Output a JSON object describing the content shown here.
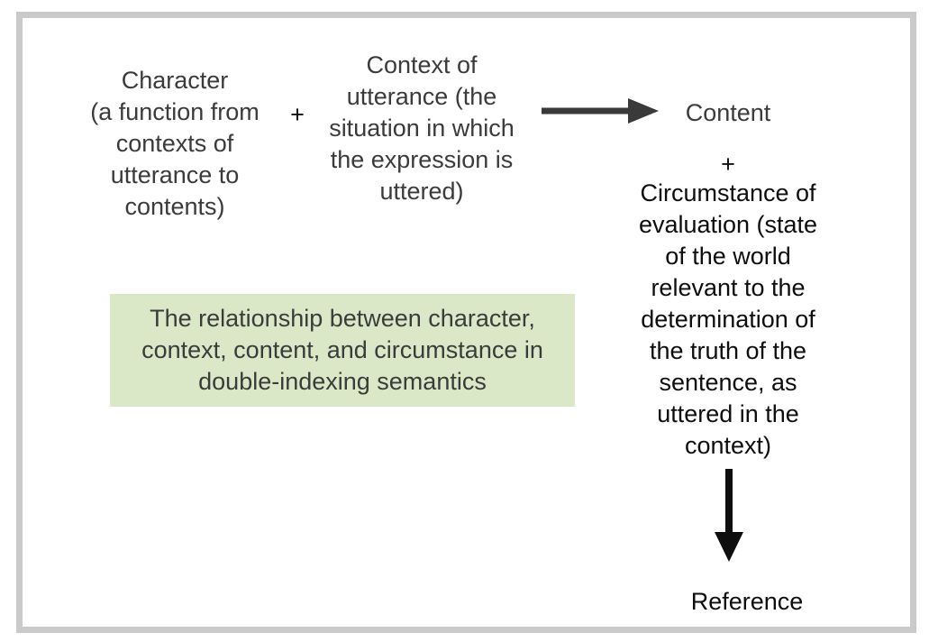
{
  "diagram": {
    "character_label": "Character\n(a function from\ncontexts of\nutterance to\ncontents)",
    "plus_left": "+",
    "context_label": "Context of\nutterance (the\nsituation in which\nthe expression is\nuttered)",
    "content_label": "Content",
    "plus_right": "+",
    "circumstance_label": "Circumstance of\nevaluation (state\nof the world\nrelevant to the\ndetermination of\nthe truth of the\nsentence, as\nuttered in the\ncontext)",
    "reference_label": "Reference",
    "caption": "The relationship between character,\ncontext, content, and circumstance in\ndouble-indexing semantics",
    "icons": {
      "right_arrow": "right-arrow-icon",
      "down_arrow": "down-arrow-icon"
    },
    "colors": {
      "caption_bg": "#dbe8c8",
      "frame_border": "#cacaca",
      "text_gray": "#3b3b3b",
      "text_black": "#0e0e0e",
      "arrow_gray": "#3a3a3a",
      "arrow_black": "#0e0e0e"
    }
  }
}
